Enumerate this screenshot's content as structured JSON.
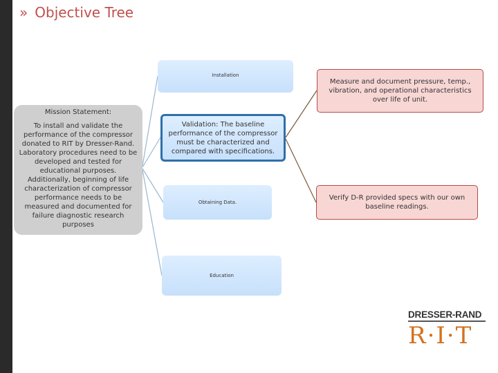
{
  "slide": {
    "title": "Objective Tree",
    "title_glyph": "»",
    "accent_color": "#c0504d"
  },
  "mission": {
    "heading": "Mission Statement:",
    "body": "To install and validate the performance of the compressor donated to RIT by Dresser-Rand. Laboratory procedures need to be developed and tested for educational purposes. Additionally, beginning of life characterization of compressor performance needs to be measured and documented for failure diagnostic research purposes"
  },
  "objectives": {
    "installation": "Installation",
    "validation_label": "Validation:",
    "validation_text": " The baseline performance of the compressor must be characterized and compared with specifications.",
    "obtaining_data": "Obtaining Data.",
    "education": "Education"
  },
  "sub_objectives": {
    "measure": "Measure and document pressure, temp., vibration, and operational characteristics over life of unit.",
    "verify": "Verify D-R provided specs with our own baseline readings."
  },
  "logo": {
    "company": "DRESSER-RAND",
    "school": "R·I·T"
  }
}
